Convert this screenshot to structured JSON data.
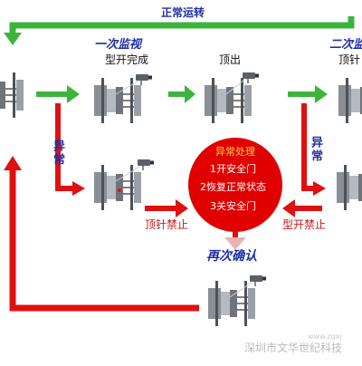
{
  "top_loop_label": "正常运转",
  "monitor_1": "一次监视",
  "monitor_2": "二次监",
  "stage_labels": {
    "mold_open_complete": "型开完成",
    "eject": "顶出",
    "eject_right": "顶针"
  },
  "abnormal_left": "异常",
  "abnormal_right": "异常",
  "handling": {
    "title": "异常处理",
    "steps": [
      "1开安全门",
      "2恢复正常状态",
      "3关安全门"
    ]
  },
  "stop_eject": "顶针禁止",
  "stop_mold_open": "型开禁止",
  "reconfirm": "再次确认",
  "watermark": "深圳市文华世纪科技",
  "watermark_url": "www.zgxj",
  "colors": {
    "green_arrow": "#3cb43c",
    "red_arrow": "#e01010",
    "circle": "#e00000",
    "blue_text": "#1f2fa8",
    "red_text": "#c21a1a"
  }
}
